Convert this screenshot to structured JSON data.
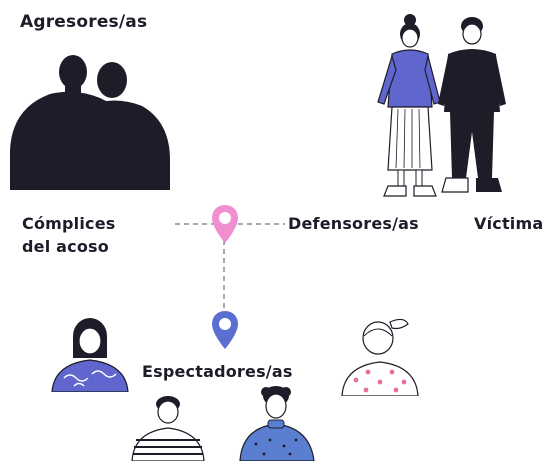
{
  "labels": {
    "aggressors": "Agresores/as",
    "accomplices_line1": "Cómplices",
    "accomplices_line2": "del acoso",
    "defenders": "Defensores/as",
    "victim": "Víctima",
    "bystanders": "Espectadores/as"
  },
  "icons": {
    "top_pin": "map-pin-icon",
    "bottom_pin": "map-pin-icon"
  },
  "colors": {
    "text": "#1e1c28",
    "silhouette": "#1e1c28",
    "pin_top": "#ef8fd0",
    "pin_bottom": "#5a6fd0",
    "connector": "#4a5070",
    "sweater_blue": "#6166cf",
    "sweater_pink_dots": "#e56fa2"
  }
}
